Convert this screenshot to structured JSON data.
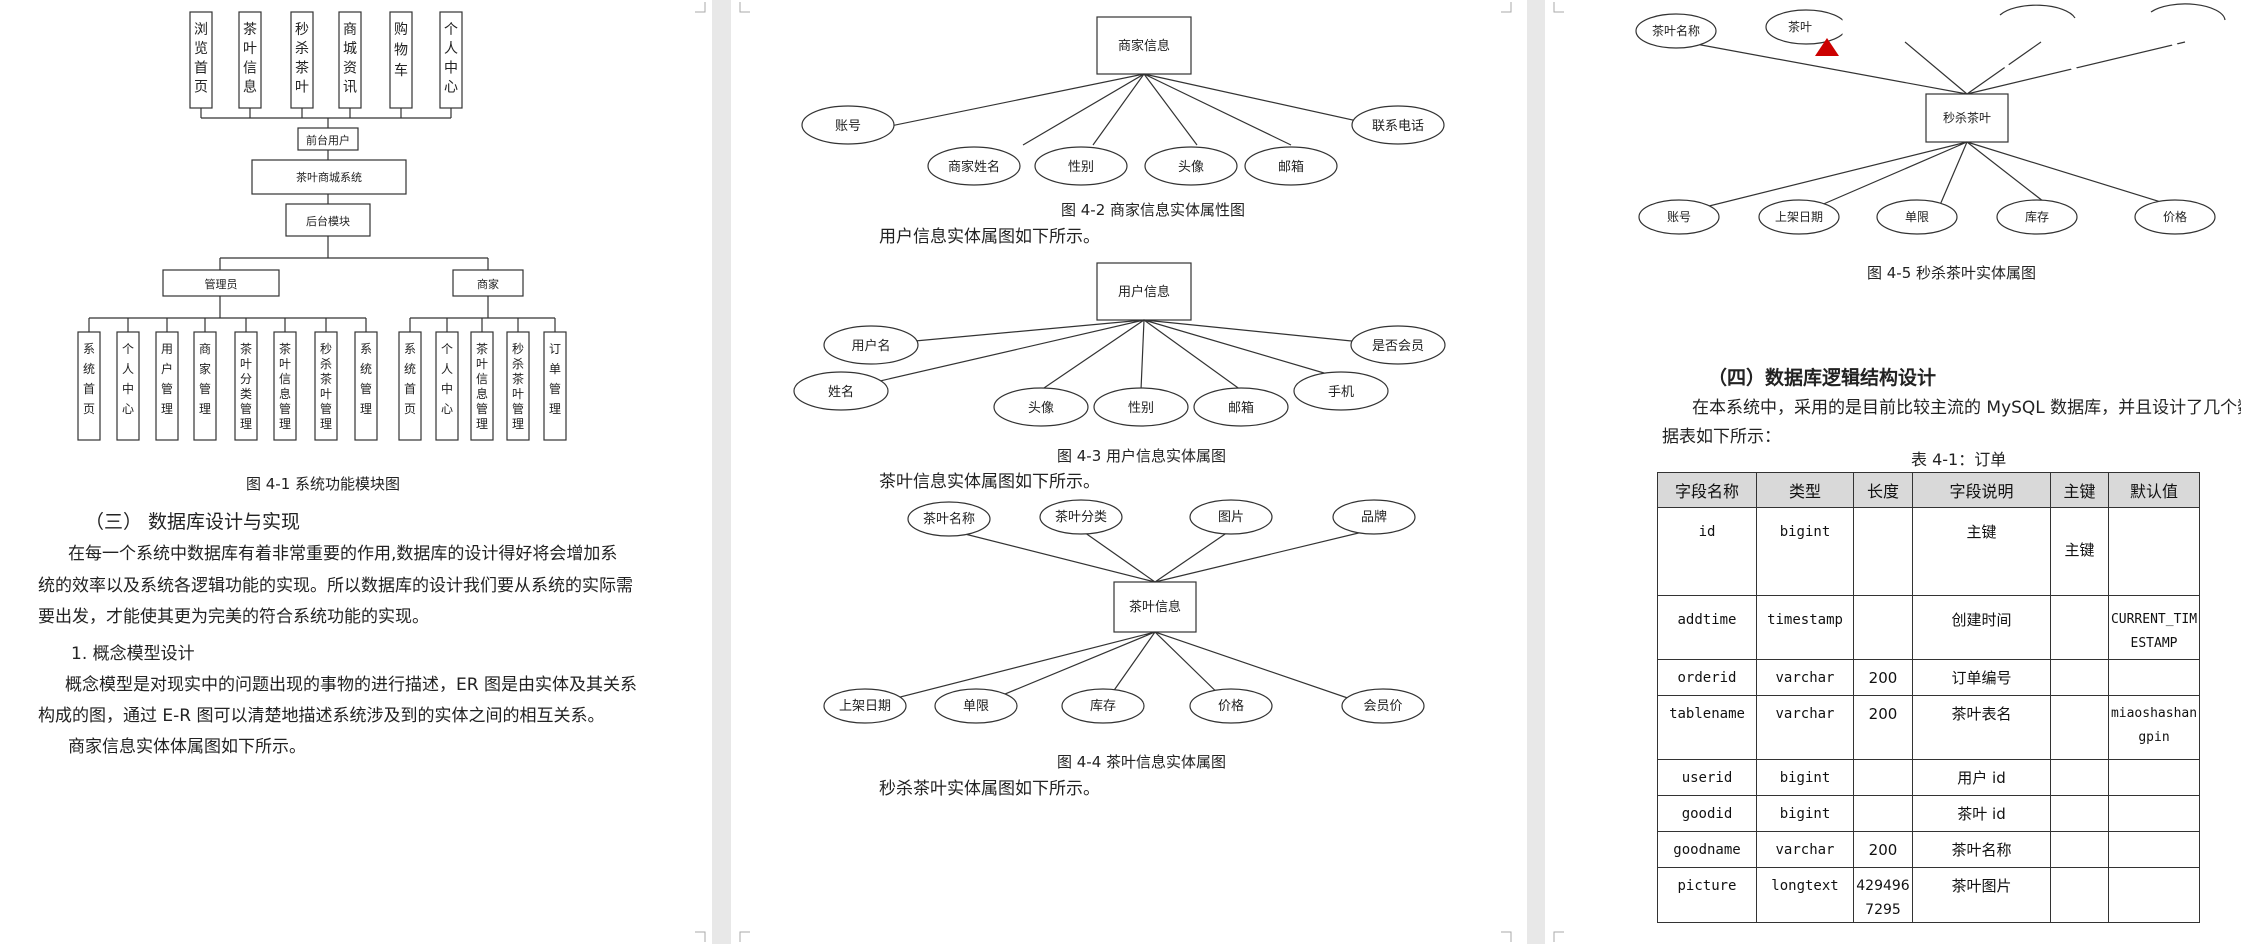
{
  "fig41": {
    "front_modules": [
      "浏览首页",
      "茶叶信息",
      "秒杀茶叶",
      "商城资讯",
      "购物车",
      "个人中心"
    ],
    "front_user": "前台用户",
    "system": "茶叶商城系统",
    "backend": "后台模块",
    "admin": "管理员",
    "merchant": "商家",
    "admin_modules": [
      "系统首页",
      "个人中心",
      "用户管理",
      "商家管理",
      "茶叶分类管理",
      "茶叶信息管理",
      "秒杀茶叶管理",
      "系统管理"
    ],
    "merchant_modules": [
      "系统首页",
      "个人中心",
      "茶叶信息管理",
      "秒杀茶叶管理",
      "订单管理"
    ],
    "caption": "图 4-1 系统功能模块图"
  },
  "page1": {
    "section": "（三）  数据库设计与实现",
    "para1_lines": [
      "在每一个系统中数据库有着非常重要的作用,数据库的设计得好将会增加系",
      "统的效率以及系统各逻辑功能的实现。所以数据库的设计我们要从系统的实际需",
      "要出发，才能使其更为完美的符合系统功能的实现。"
    ],
    "sub": "1. 概念模型设计",
    "para2_lines": [
      "概念模型是对现实中的问题出现的事物的进行描述，ER 图是由实体及其关系",
      "构成的图，通过 E-R 图可以清楚地描述系统涉及到的实体之间的相互关系。"
    ],
    "para3": "商家信息实体体属图如下所示。"
  },
  "fig42": {
    "entity": "商家信息",
    "attrs": [
      "账号",
      "商家姓名",
      "性别",
      "头像",
      "邮箱",
      "联系电话"
    ],
    "caption": "图 4-2 商家信息实体属性图"
  },
  "p2_text1": "用户信息实体属图如下所示。",
  "fig43": {
    "entity": "用户信息",
    "attrs": [
      "用户名",
      "姓名",
      "头像",
      "性别",
      "邮箱",
      "手机",
      "是否会员"
    ],
    "caption": "图 4-3 用户信息实体属图"
  },
  "p2_text2": "茶叶信息实体属图如下所示。",
  "fig44": {
    "entity": "茶叶信息",
    "top_attrs": [
      "茶叶名称",
      "茶叶分类",
      "图片",
      "品牌"
    ],
    "bottom_attrs": [
      "上架日期",
      "单限",
      "库存",
      "价格",
      "会员价"
    ],
    "caption": "图 4-4 茶叶信息实体属图"
  },
  "p2_text3": "秒杀茶叶实体属图如下所示。",
  "fig45": {
    "entity": "秒杀茶叶",
    "top_attrs": [
      "茶叶名称",
      "茶叶"
    ],
    "bottom_attrs": [
      "账号",
      "上架日期",
      "单限",
      "库存",
      "价格"
    ],
    "caption": "图 4-5 秒杀茶叶实体属图"
  },
  "page3": {
    "section": "（四）数据库逻辑结构设计",
    "para_lines": [
      "在本系统中，采用的是目前比较主流的 MySQL 数据库，并且设计了几个数",
      "据表如下所示："
    ],
    "table_title": "表 4-1：订单"
  },
  "table": {
    "headers": [
      "字段名称",
      "类型",
      "长度",
      "字段说明",
      "主键",
      "默认值"
    ],
    "rows": [
      {
        "name": "id",
        "type": "bigint",
        "len": "",
        "desc": "主键",
        "pk": "主键",
        "def": ""
      },
      {
        "name": "addtime",
        "type": "timestamp",
        "len": "",
        "desc": "创建时间",
        "pk": "",
        "def": "CURRENT_TIMESTAMP"
      },
      {
        "name": "orderid",
        "type": "varchar",
        "len": "200",
        "desc": "订单编号",
        "pk": "",
        "def": ""
      },
      {
        "name": "tablename",
        "type": "varchar",
        "len": "200",
        "desc": "茶叶表名",
        "pk": "",
        "def": "miaoshashangpin"
      },
      {
        "name": "userid",
        "type": "bigint",
        "len": "",
        "desc": "用户 id",
        "pk": "",
        "def": ""
      },
      {
        "name": "goodid",
        "type": "bigint",
        "len": "",
        "desc": "茶叶 id",
        "pk": "",
        "def": ""
      },
      {
        "name": "goodname",
        "type": "varchar",
        "len": "200",
        "desc": "茶叶名称",
        "pk": "",
        "def": ""
      },
      {
        "name": "picture",
        "type": "longtext",
        "len": "4294967295",
        "desc": "茶叶图片",
        "pk": "",
        "def": ""
      }
    ]
  }
}
